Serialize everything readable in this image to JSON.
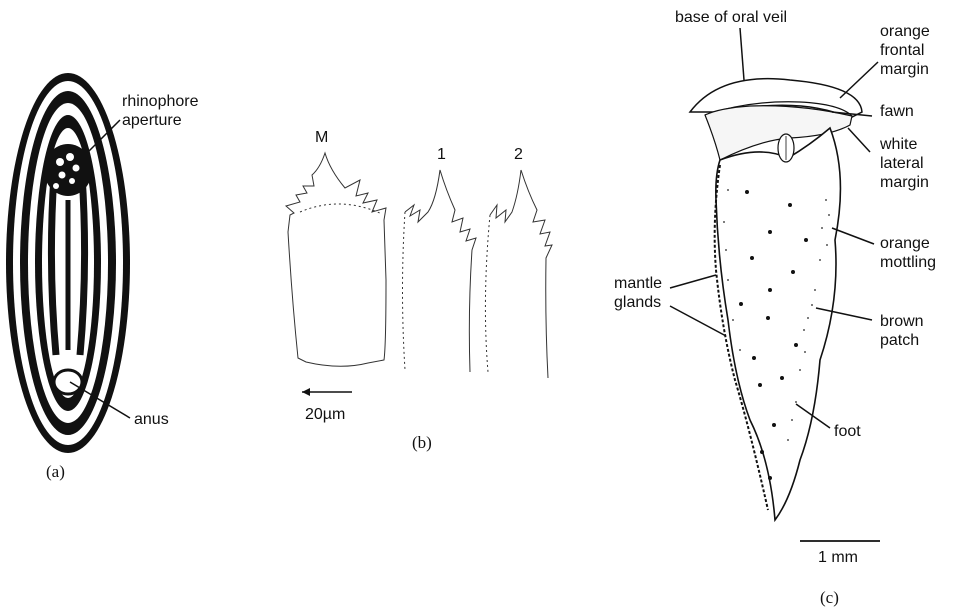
{
  "panels": {
    "a": {
      "caption": "(a)",
      "labels": {
        "rhinophore": "rhinophore\naperture",
        "anus": "anus"
      }
    },
    "b": {
      "caption": "(b)",
      "labels": {
        "tooth_m": "M",
        "tooth_1": "1",
        "tooth_2": "2",
        "scale": "20µm"
      }
    },
    "c": {
      "caption": "(c)",
      "labels": {
        "base_oral_veil": "base of oral veil",
        "orange_frontal": "orange\nfrontal\nmargin",
        "fawn": "fawn",
        "white_lateral": "white\nlateral\nmargin",
        "orange_mottling": "orange\nmottling",
        "mantle_glands": "mantle\nglands",
        "brown_patch": "brown\npatch",
        "foot": "foot",
        "scale": "1 mm"
      }
    }
  },
  "colors": {
    "ink": "#111111",
    "paper": "#ffffff"
  }
}
